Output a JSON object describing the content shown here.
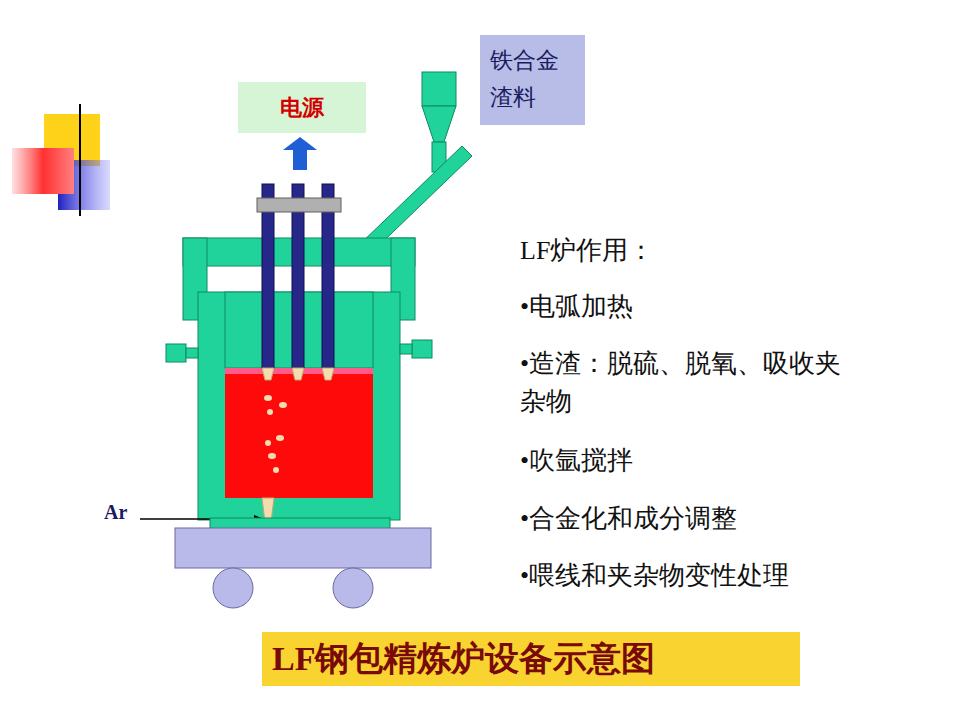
{
  "diagram": {
    "title": "LF钢包精炼炉设备示意图",
    "nodes": [
      {
        "text": [
          "电源"
        ]
      },
      {
        "text": [
          "铁合金 渣料"
        ]
      }
    ],
    "labels": [
      "Ar",
      "LF炉作用：",
      "•电弧加热",
      "•造渣：脱硫、脱氧、吸收夹杂物",
      "•吹氩搅拌",
      "•合金化和成分调整",
      "•喂线和夹杂物变性处理"
    ]
  }
}
